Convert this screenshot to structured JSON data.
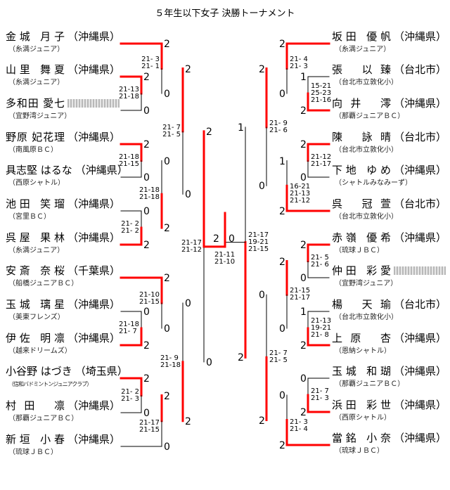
{
  "title": "５年生以下女子 決勝トーナメント",
  "colors": {
    "winner_line": "#ff0000",
    "line": "#000000"
  },
  "left_players": [
    {
      "name": "金城 月子",
      "pref": "（沖縄県）",
      "club": "（糸満ジュニア）"
    },
    {
      "name": "山里 舞夏",
      "pref": "（沖縄県）",
      "club": "（糸満ジュニア）"
    },
    {
      "name": "多和田 愛七",
      "pref": null,
      "club": "（宜野湾ジュニア）"
    },
    {
      "name": "野原 妃花理",
      "pref": "（沖縄県）",
      "club": "（南風原ＢＣ）"
    },
    {
      "name": "具志堅 はるな",
      "pref": "（沖縄県）",
      "club": "（西原シャトル）"
    },
    {
      "name": "池田 笑瑠",
      "pref": "（沖縄県）",
      "club": "（宮里ＢＣ）"
    },
    {
      "name": "呉屋 果林",
      "pref": "（沖縄県）",
      "club": "（糸満ジュニア）"
    },
    {
      "name": "安斎 奈桜",
      "pref": "（千葉県）",
      "club": "（船橋ジュニアＢＣ）"
    },
    {
      "name": "玉城 璃星",
      "pref": "（沖縄県）",
      "club": "（美東フレンズ）"
    },
    {
      "name": "伊佐 明凛",
      "pref": "（沖縄県）",
      "club": "（越来ドリームズ）"
    },
    {
      "name": "小谷野 はづき",
      "pref": "（埼玉県）",
      "club": "（信和バドミントンジュニアクラブ）"
    },
    {
      "name": "村田 凛",
      "pref": "（沖縄県）",
      "club": "（那覇ジュニアＢＣ）"
    },
    {
      "name": "新垣 小春",
      "pref": "（沖縄県）",
      "club": "（琉球ＪＢＣ）"
    }
  ],
  "right_players": [
    {
      "name": "坂田 優帆",
      "pref": "（沖縄県）",
      "club": "（糸満ジュニア）"
    },
    {
      "name": "張 以臻",
      "pref": "（台北市）",
      "club": "（台北市立敦化小）"
    },
    {
      "name": "向井 澪",
      "pref": "（沖縄県）",
      "club": "（那覇ジュニアＢＣ）"
    },
    {
      "name": "陳 詠晴",
      "pref": "（台北市）",
      "club": "（台北市立敦化小）"
    },
    {
      "name": "下地 ゆめ",
      "pref": "（沖縄県）",
      "club": "（シャトルみなみーず）"
    },
    {
      "name": "呉 冠萱",
      "pref": "（台北市）",
      "club": "（台北市立敦化小）"
    },
    {
      "name": "赤嶺 優希",
      "pref": "（沖縄県）",
      "club": "（琉球ＪＢＣ）"
    },
    {
      "name": "仲田 彩愛",
      "pref": null,
      "club": "（宜野湾ジュニア）"
    },
    {
      "name": "楊 天瑜",
      "pref": "（台北市）",
      "club": "（台北市立敦化小）"
    },
    {
      "name": "上原 杏",
      "pref": "（沖縄県）",
      "club": "（恩納シャトル）"
    },
    {
      "name": "玉城 和瑚",
      "pref": "（沖縄県）",
      "club": "（那覇ジュニアＢＣ）"
    },
    {
      "name": "浜田 彩世",
      "pref": "（沖縄県）",
      "club": "（西原シャトル）"
    },
    {
      "name": "當銘 小奈",
      "pref": "（沖縄県）",
      "club": "（琉球ＪＢＣ）"
    }
  ],
  "left_matches": [
    {
      "games": [
        "2",
        "0"
      ],
      "scores": [
        "21-13",
        "21-18"
      ]
    },
    {
      "games": [
        "2",
        "0"
      ],
      "scores": [
        "21- 3",
        "21- 1"
      ]
    },
    {
      "games": [
        "2",
        "0"
      ],
      "scores": [
        "21-18",
        "21-15"
      ]
    },
    {
      "games": [
        "0",
        "2"
      ],
      "scores": [
        "21- 2",
        "21- 2"
      ]
    },
    {
      "games": [
        "0",
        "2"
      ],
      "scores": [
        "21-18",
        "21-18"
      ]
    },
    {
      "games": [
        "2",
        "0"
      ],
      "scores": [
        "21- 7",
        "21- 5"
      ]
    },
    {
      "games": [
        "0",
        "2"
      ],
      "scores": [
        "21-18",
        "21- 7"
      ]
    },
    {
      "games": [
        "2",
        "0"
      ],
      "scores": [
        "21-10",
        "21-15"
      ]
    },
    {
      "games": [
        "2",
        "0"
      ],
      "scores": [
        "21- 2",
        "21- 3"
      ]
    },
    {
      "games": [
        "2",
        "0"
      ],
      "scores": [
        "21-17",
        "21-15"
      ]
    },
    {
      "games": [
        "0",
        "2"
      ],
      "scores": [
        "21- 9",
        "21-18"
      ]
    },
    {
      "games": [
        "2",
        "0"
      ],
      "scores": [
        "21-17",
        "21-12"
      ]
    }
  ],
  "right_matches": [
    {
      "games": [
        "1",
        "2"
      ],
      "scores": [
        "15-21",
        "25-23",
        "21-16"
      ]
    },
    {
      "games": [
        "2",
        "0"
      ],
      "scores": [
        "21- 4",
        "21- 3"
      ]
    },
    {
      "games": [
        "2",
        "0"
      ],
      "scores": [
        "21-12",
        "21-17"
      ]
    },
    {
      "games": [
        "1",
        "2"
      ],
      "scores": [
        "16-21",
        "21-13",
        "21-12"
      ]
    },
    {
      "games": [
        "2",
        "0"
      ],
      "scores": [
        "21- 9",
        "21- 6"
      ]
    },
    {
      "games": [
        "2",
        "0"
      ],
      "scores": [
        "21- 5",
        "21- 6"
      ]
    },
    {
      "games": [
        "1",
        "2"
      ],
      "scores": [
        "21-13",
        "19-21",
        "21- 8"
      ]
    },
    {
      "games": [
        "2",
        "0"
      ],
      "scores": [
        "21-15",
        "21-17"
      ]
    },
    {
      "games": [
        "0",
        "2"
      ],
      "scores": [
        "21- 7",
        "21- 3"
      ]
    },
    {
      "games": [
        "0",
        "2"
      ],
      "scores": [
        "21- 3",
        "21- 4"
      ]
    },
    {
      "games": [
        "0",
        "2"
      ],
      "scores": [
        "21- 7",
        "21- 5"
      ]
    },
    {
      "games": [
        "1",
        "2"
      ],
      "scores": [
        "21-17",
        "19-21",
        "21-15"
      ]
    }
  ],
  "final": {
    "games": [
      "2",
      "0"
    ],
    "scores": [
      "21-11",
      "21-10"
    ]
  }
}
